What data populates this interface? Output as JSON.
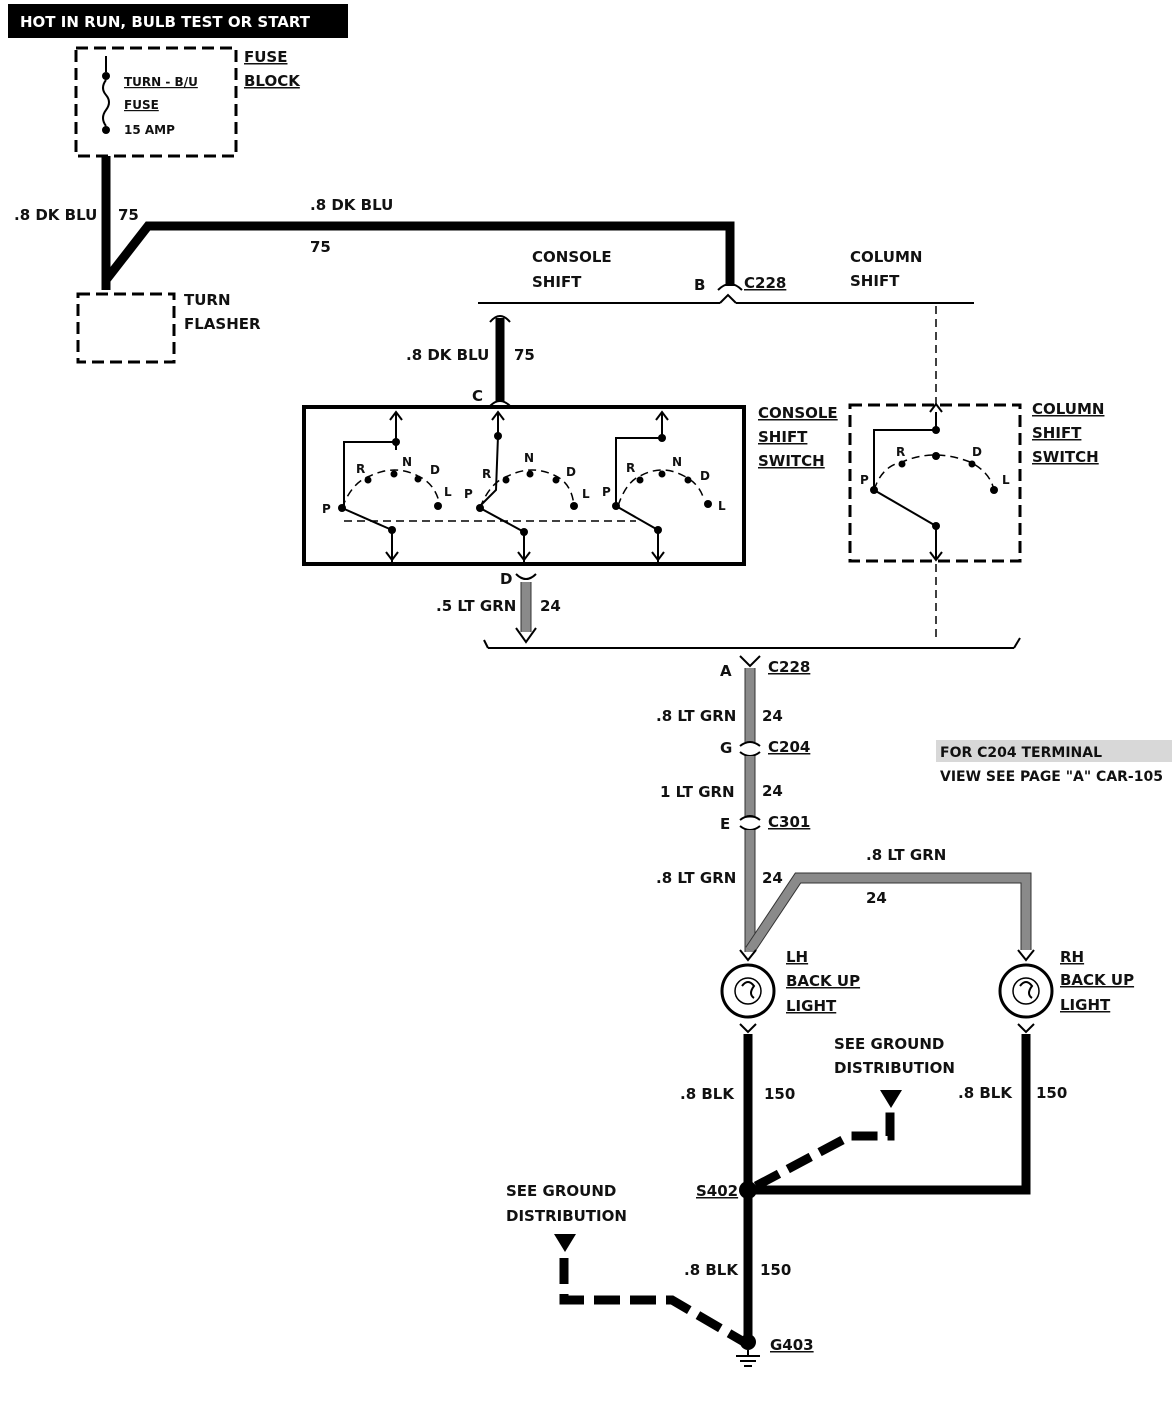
{
  "banner": "HOT IN RUN,  BULB TEST OR START",
  "fuse_block": {
    "label_line1": "FUSE",
    "label_line2": "BLOCK",
    "fuse_name_line1": "TURN - B/U",
    "fuse_name_line2": "FUSE",
    "fuse_rating": "15 AMP"
  },
  "turn_flasher": {
    "line1": "TURN",
    "line2": "FLASHER"
  },
  "wires": {
    "fuse_to_flasher": {
      "size_color": ".8 DK BLU",
      "circuit": "75"
    },
    "flasher_to_c228": {
      "size_color": ".8 DK BLU",
      "circuit": "75"
    },
    "c228_to_console": {
      "size_color": ".8 DK BLU",
      "circuit": "75"
    },
    "console_out": {
      "size_color": ".5 LT GRN",
      "circuit": "24"
    },
    "c228_to_c204": {
      "size_color": ".8 LT GRN",
      "circuit": "24"
    },
    "c204_to_c301": {
      "size_color": "1 LT GRN",
      "circuit": "24"
    },
    "c301_to_lh": {
      "size_color": ".8 LT GRN",
      "circuit": "24"
    },
    "lh_to_rh": {
      "size_color": ".8 LT GRN",
      "circuit": "24"
    },
    "lh_ground": {
      "size_color": ".8 BLK",
      "circuit": "150"
    },
    "rh_ground": {
      "size_color": ".8 BLK",
      "circuit": "150"
    },
    "s402_to_g403": {
      "size_color": ".8 BLK",
      "circuit": "150"
    }
  },
  "variants": {
    "console": {
      "line1": "CONSOLE",
      "line2": "SHIFT"
    },
    "column": {
      "line1": "COLUMN",
      "line2": "SHIFT"
    }
  },
  "connectors": {
    "c228_top": {
      "name": "C228",
      "pin": "B"
    },
    "c228_bottom": {
      "name": "C228",
      "pin": "A"
    },
    "c204": {
      "name": "C204",
      "pin": "G"
    },
    "c301": {
      "name": "C301",
      "pin": "E"
    },
    "console_in_pin": "C",
    "console_out_pin": "D"
  },
  "console_switch": {
    "line1": "CONSOLE",
    "line2": "SHIFT",
    "line3": "SWITCH"
  },
  "column_switch": {
    "line1": "COLUMN",
    "line2": "SHIFT",
    "line3": "SWITCH"
  },
  "gear_positions": {
    "p": "P",
    "r": "R",
    "n": "N",
    "d": "D",
    "l": "L"
  },
  "note": {
    "line1": "FOR C204 TERMINAL",
    "line2": "VIEW SEE PAGE \"A\" CAR-105"
  },
  "lh_light": {
    "line1": "LH",
    "line2": "BACK UP",
    "line3": "LIGHT"
  },
  "rh_light": {
    "line1": "RH",
    "line2": "BACK UP",
    "line3": "LIGHT"
  },
  "ground_ref_right": {
    "line1": "SEE GROUND",
    "line2": "DISTRIBUTION"
  },
  "ground_ref_left": {
    "line1": "SEE GROUND",
    "line2": "DISTRIBUTION"
  },
  "splice": "S402",
  "ground": "G403"
}
